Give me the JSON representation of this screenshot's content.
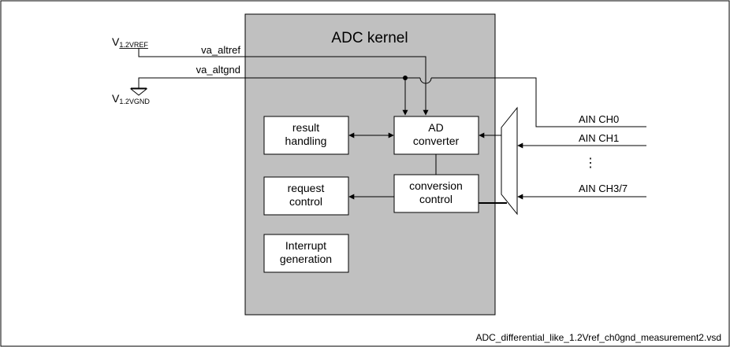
{
  "kernel": {
    "title": "ADC kernel"
  },
  "refs": {
    "vref_main": "V",
    "vref_sub": "1.2VREF",
    "vgnd_main": "V",
    "vgnd_sub": "1.2VGND",
    "altref": "va_altref",
    "altgnd": "va_altgnd"
  },
  "blocks": {
    "result_line1": "result",
    "result_line2": "handling",
    "ad_line1": "AD",
    "ad_line2": "converter",
    "request_line1": "request",
    "request_line2": "control",
    "conversion_line1": "conversion",
    "conversion_line2": "control",
    "interrupt_line1": "Interrupt",
    "interrupt_line2": "generation"
  },
  "inputs": {
    "ch0": "AIN CH0",
    "ch1": "AIN CH1",
    "ellipsis": "⋮",
    "ch3": "AIN CH3/7"
  },
  "footer": {
    "filename": "ADC_differential_like_1.2Vref_ch0gnd_measurement2.vsd"
  }
}
